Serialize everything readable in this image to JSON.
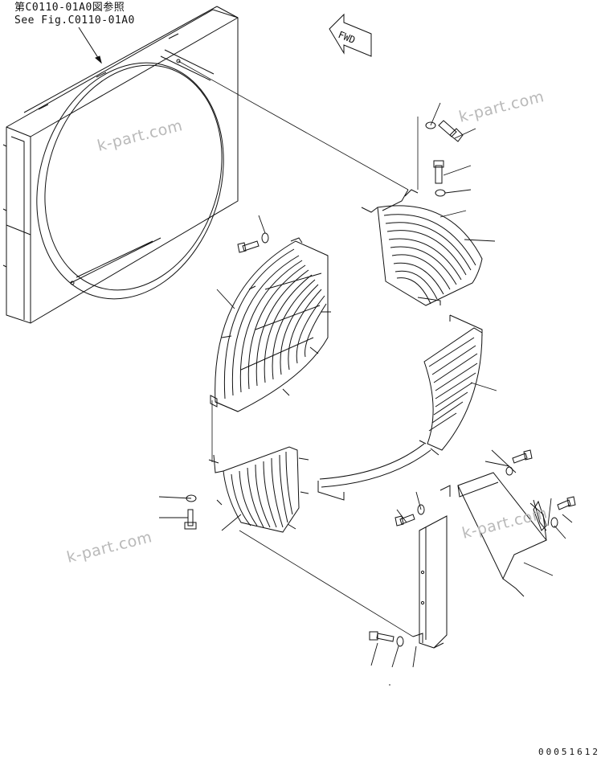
{
  "reference_note": {
    "line1": "第C0110-01A0図参照",
    "line2": "See Fig.C0110-01A0"
  },
  "direction_arrow": "FWD",
  "watermarks": [
    "k-part.com",
    "k-part.com",
    "k-part.com",
    "k-part.com"
  ],
  "drawing_number": "00051612",
  "colors": {
    "line": "#111111",
    "watermark": "#b9b9b9",
    "background": "#ffffff"
  }
}
